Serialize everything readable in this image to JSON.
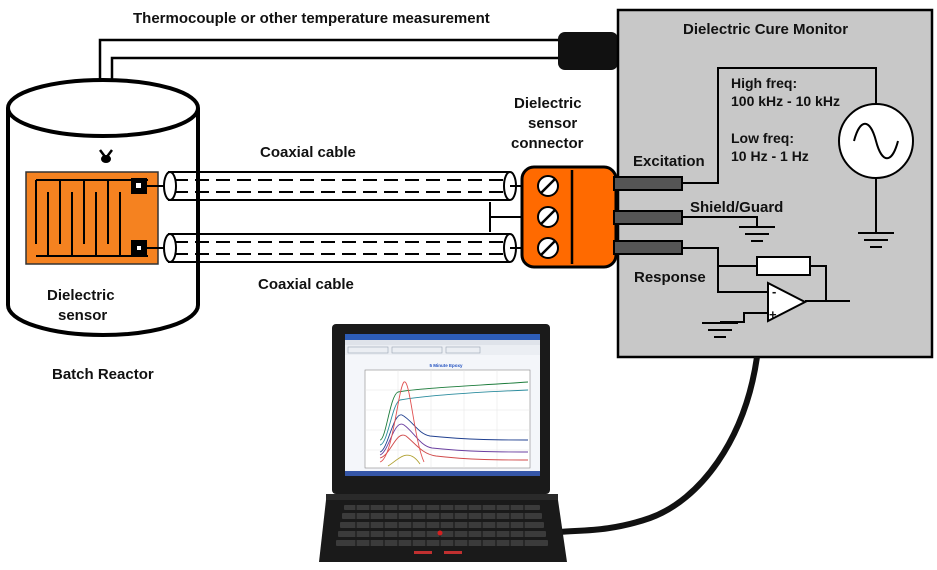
{
  "labels": {
    "thermocouple": "Thermocouple or other temperature measurement",
    "monitor_title": "Dielectric Cure Monitor",
    "high_freq_title": "High freq:",
    "high_freq_range": "100 kHz - 10 kHz",
    "low_freq_title": "Low freq:",
    "low_freq_range": "10 Hz - 1 Hz",
    "connector_line1": "Dielectric",
    "connector_line2": "sensor",
    "connector_line3": "connector",
    "coax_top": "Coaxial cable",
    "coax_bottom": "Coaxial cable",
    "excitation": "Excitation",
    "shield_guard": "Shield/Guard",
    "response": "Response",
    "sensor_line1": "Dielectric",
    "sensor_line2": "sensor",
    "batch_reactor": "Batch Reactor",
    "screen_chart_title": "5 Minute Epoxy"
  },
  "opamp_signs": {
    "minus": "-",
    "plus": "+"
  },
  "icons": {
    "signal_source": "sine-wave-source-icon",
    "ground": "ground-icon",
    "resistor": "resistor-icon",
    "opamp": "op-amp-icon",
    "laptop": "laptop-icon",
    "screw_terminal": "screw-terminal-icon"
  },
  "colors": {
    "sensor_orange": "#F58220",
    "connector_orange": "#FF6A00",
    "monitor_gray": "#C8C8C8",
    "line": "#000000",
    "laptop_body": "#1a1a1a"
  }
}
